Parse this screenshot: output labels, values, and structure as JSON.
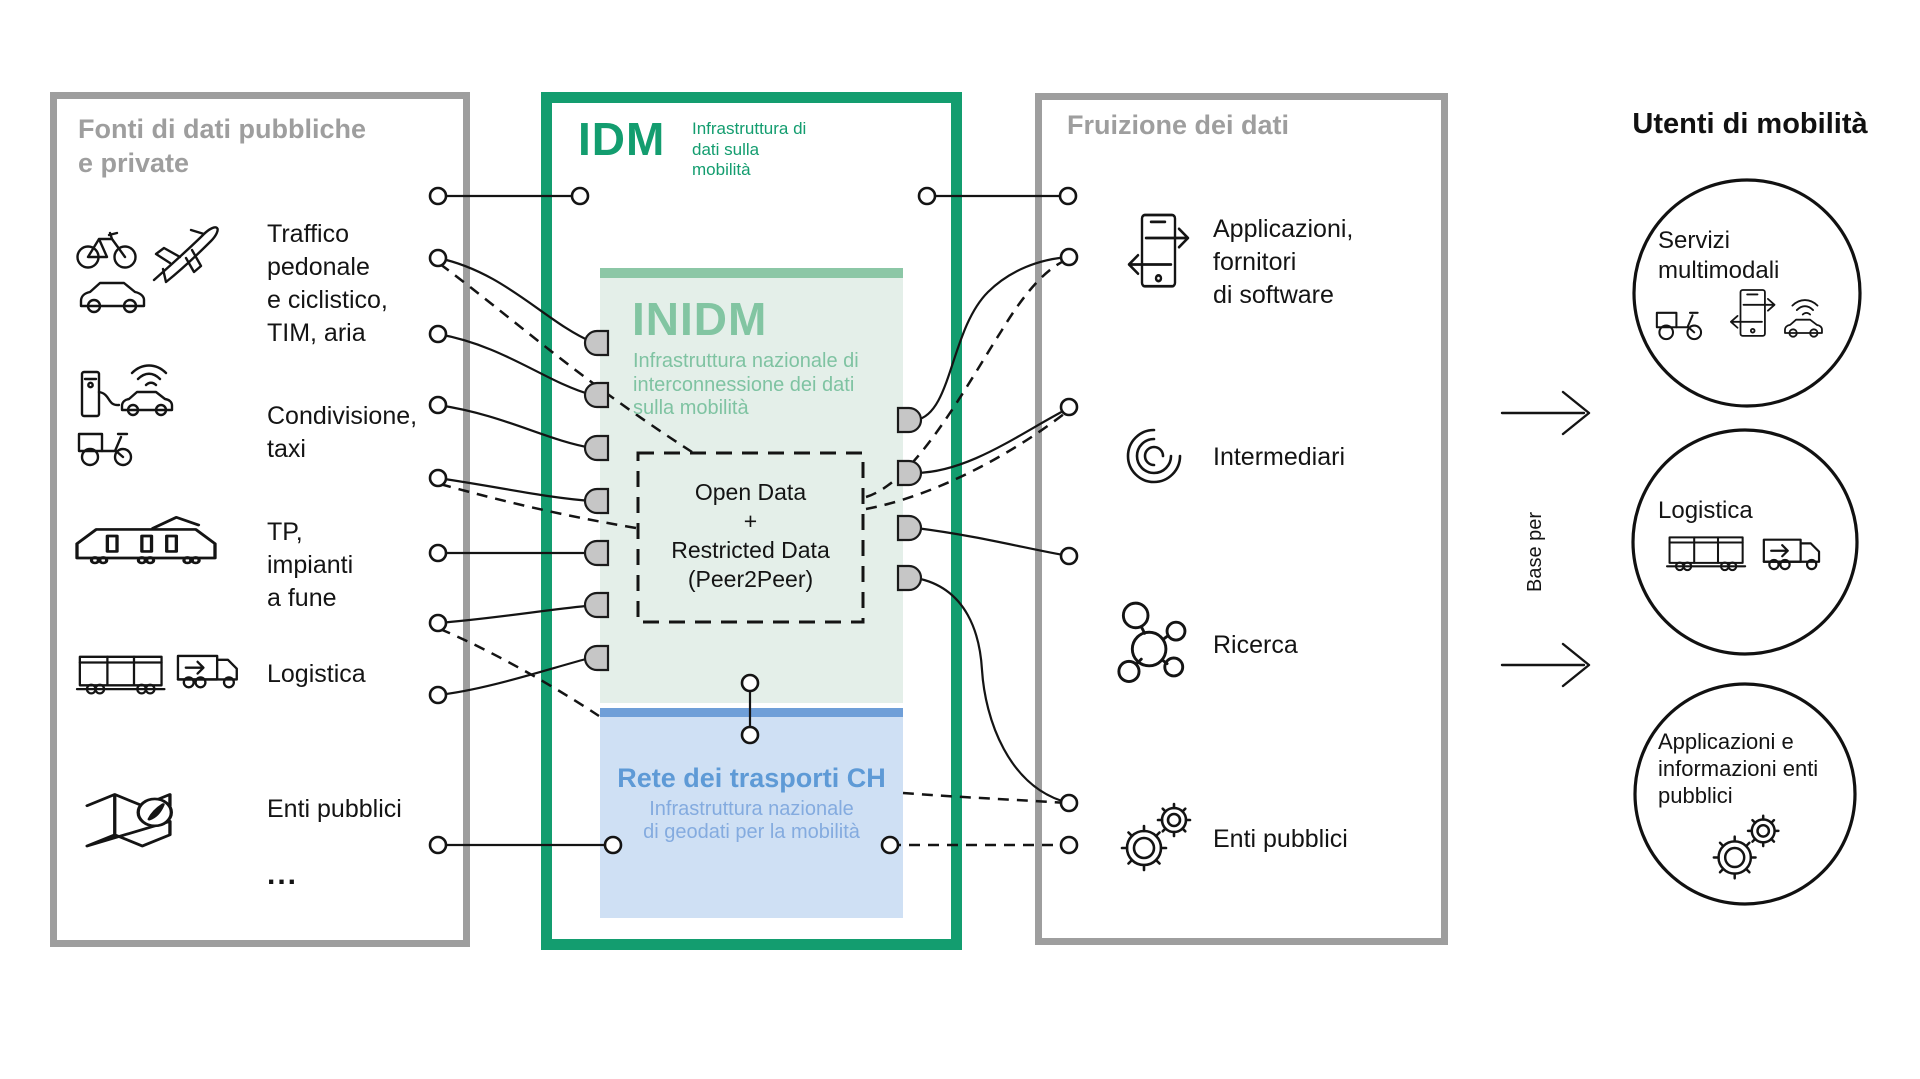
{
  "colors": {
    "brand_green": "#139d6f",
    "inidm_strip": "#8cc7a6",
    "inidm_bg": "#e4efe9",
    "inidm_text": "#7fc3a2",
    "blue_strip": "#6f9fd8",
    "blue_bg": "#cfe0f4",
    "blue_title": "#5e9ad6",
    "blue_text": "#84abdf",
    "gray_border": "#9e9e9e",
    "line_black": "#141414",
    "port_gray": "#c6c6c6"
  },
  "left_box": {
    "title": "Fonti di dati pubbliche\ne private",
    "items": [
      {
        "icons": "bike-plane-car",
        "label": "Traffico\npedonale\ne ciclistico,\nTIM, aria"
      },
      {
        "icons": "ev-charging-car-wifi-cargo-bike",
        "label": "Condivisione,\ntaxi"
      },
      {
        "icons": "tram",
        "label": "TP,\nimpianti\na fune"
      },
      {
        "icons": "freight-wagon-truck",
        "label": "Logistica"
      },
      {
        "icons": "map-compass",
        "label": "Enti pubblici"
      },
      {
        "icons": "none",
        "label": "..."
      }
    ]
  },
  "idm_box": {
    "logo": "IDM",
    "logo_caption": "Infrastruttura di\ndati sulla\nmobilità",
    "inidm": {
      "logo": "INIDM",
      "subtitle": "Infrastruttura nazionale di\ninterconnessione dei dati\nsulla mobilità",
      "dashed_box_label": "Open Data\n+\nRestricted Data\n(Peer2Peer)"
    },
    "rete": {
      "title": "Rete dei trasporti CH",
      "subtitle": "Infrastruttura nazionale\ndi geodati per la mobilità"
    }
  },
  "right_box": {
    "title": "Fruizione dei dati",
    "items": [
      {
        "icons": "smartphone-arrows",
        "label": "Applicazioni,\nfornitori\ndi software"
      },
      {
        "icons": "spiral",
        "label": "Intermediari"
      },
      {
        "icons": "molecule",
        "label": "Ricerca"
      },
      {
        "icons": "gears",
        "label": "Enti pubblici"
      }
    ]
  },
  "users": {
    "title": "Utenti di mobilità",
    "axis_label": "Base per",
    "circles": [
      {
        "icons": "cargo-bike-phone-car",
        "label": "Servizi\nmultimodali"
      },
      {
        "icons": "wagon-truck",
        "label": "Logistica"
      },
      {
        "icons": "gears",
        "label": "Applicazioni e\ninformazioni enti\npubblici"
      }
    ]
  }
}
